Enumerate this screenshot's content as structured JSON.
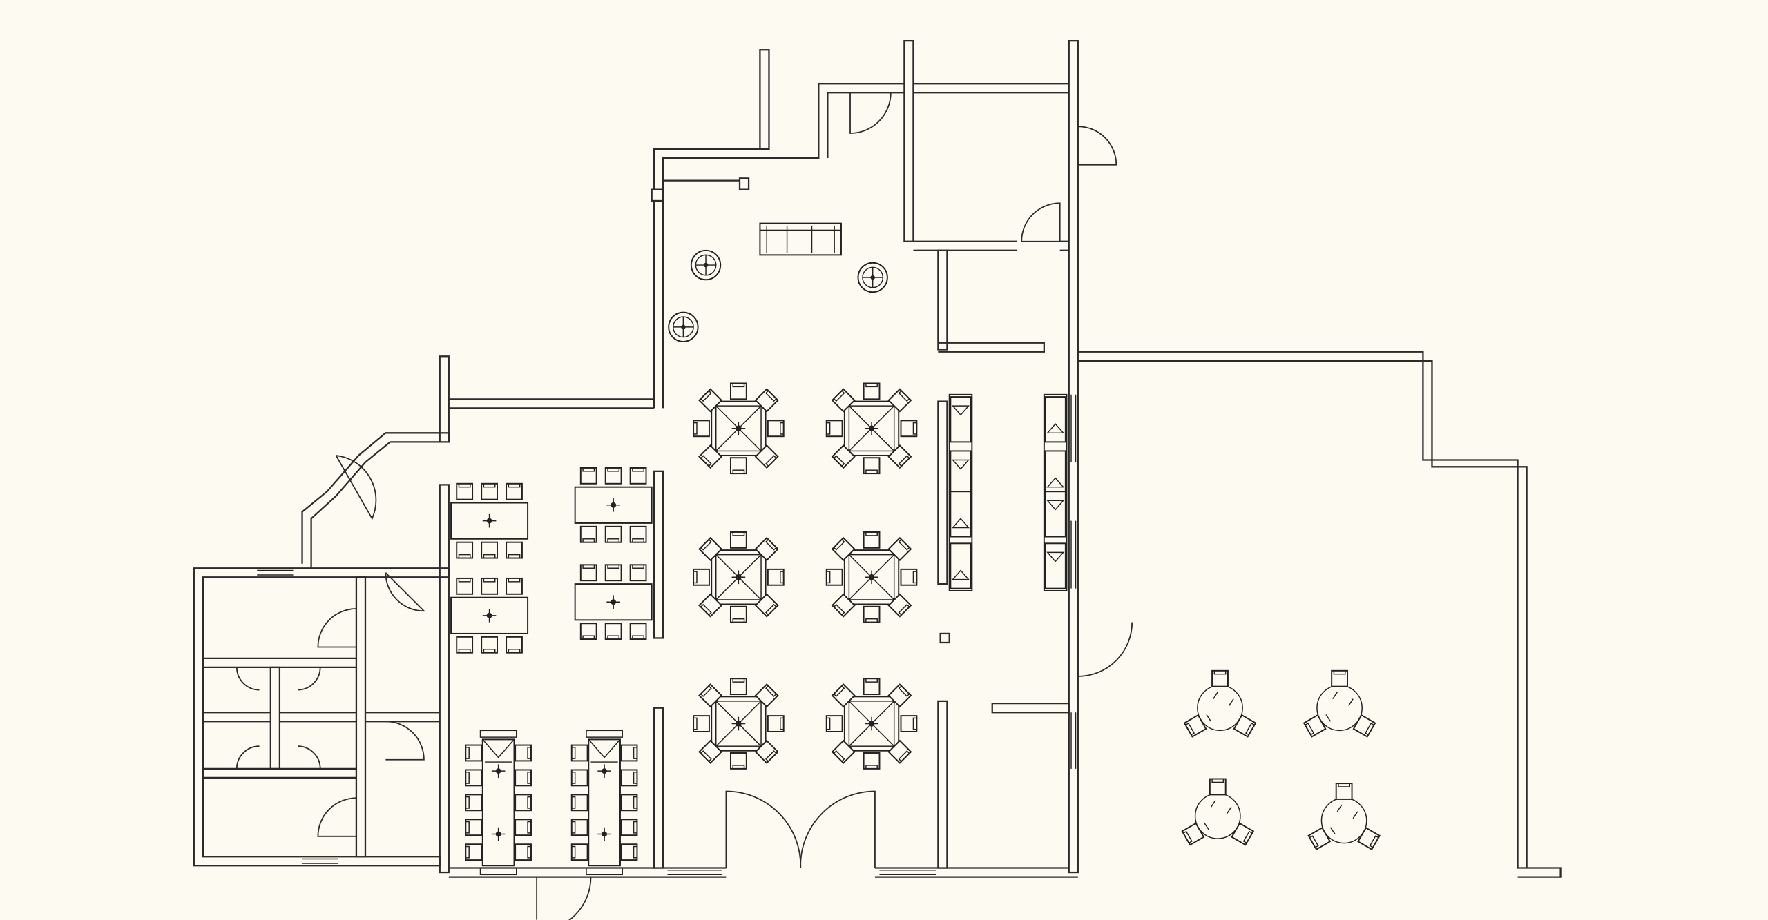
{
  "app": {
    "view": "floor-plan",
    "colors": {
      "background": "#fdfaf1",
      "line": "#2b2b2b"
    }
  },
  "plan": {
    "round_tables_8_seat": 6,
    "rect_tables_6_seat": 4,
    "long_tables_12_seat": 2,
    "patio_tables_3_seat": 4,
    "lounge_chairs": 3,
    "sofa": 1,
    "booths": 2
  }
}
